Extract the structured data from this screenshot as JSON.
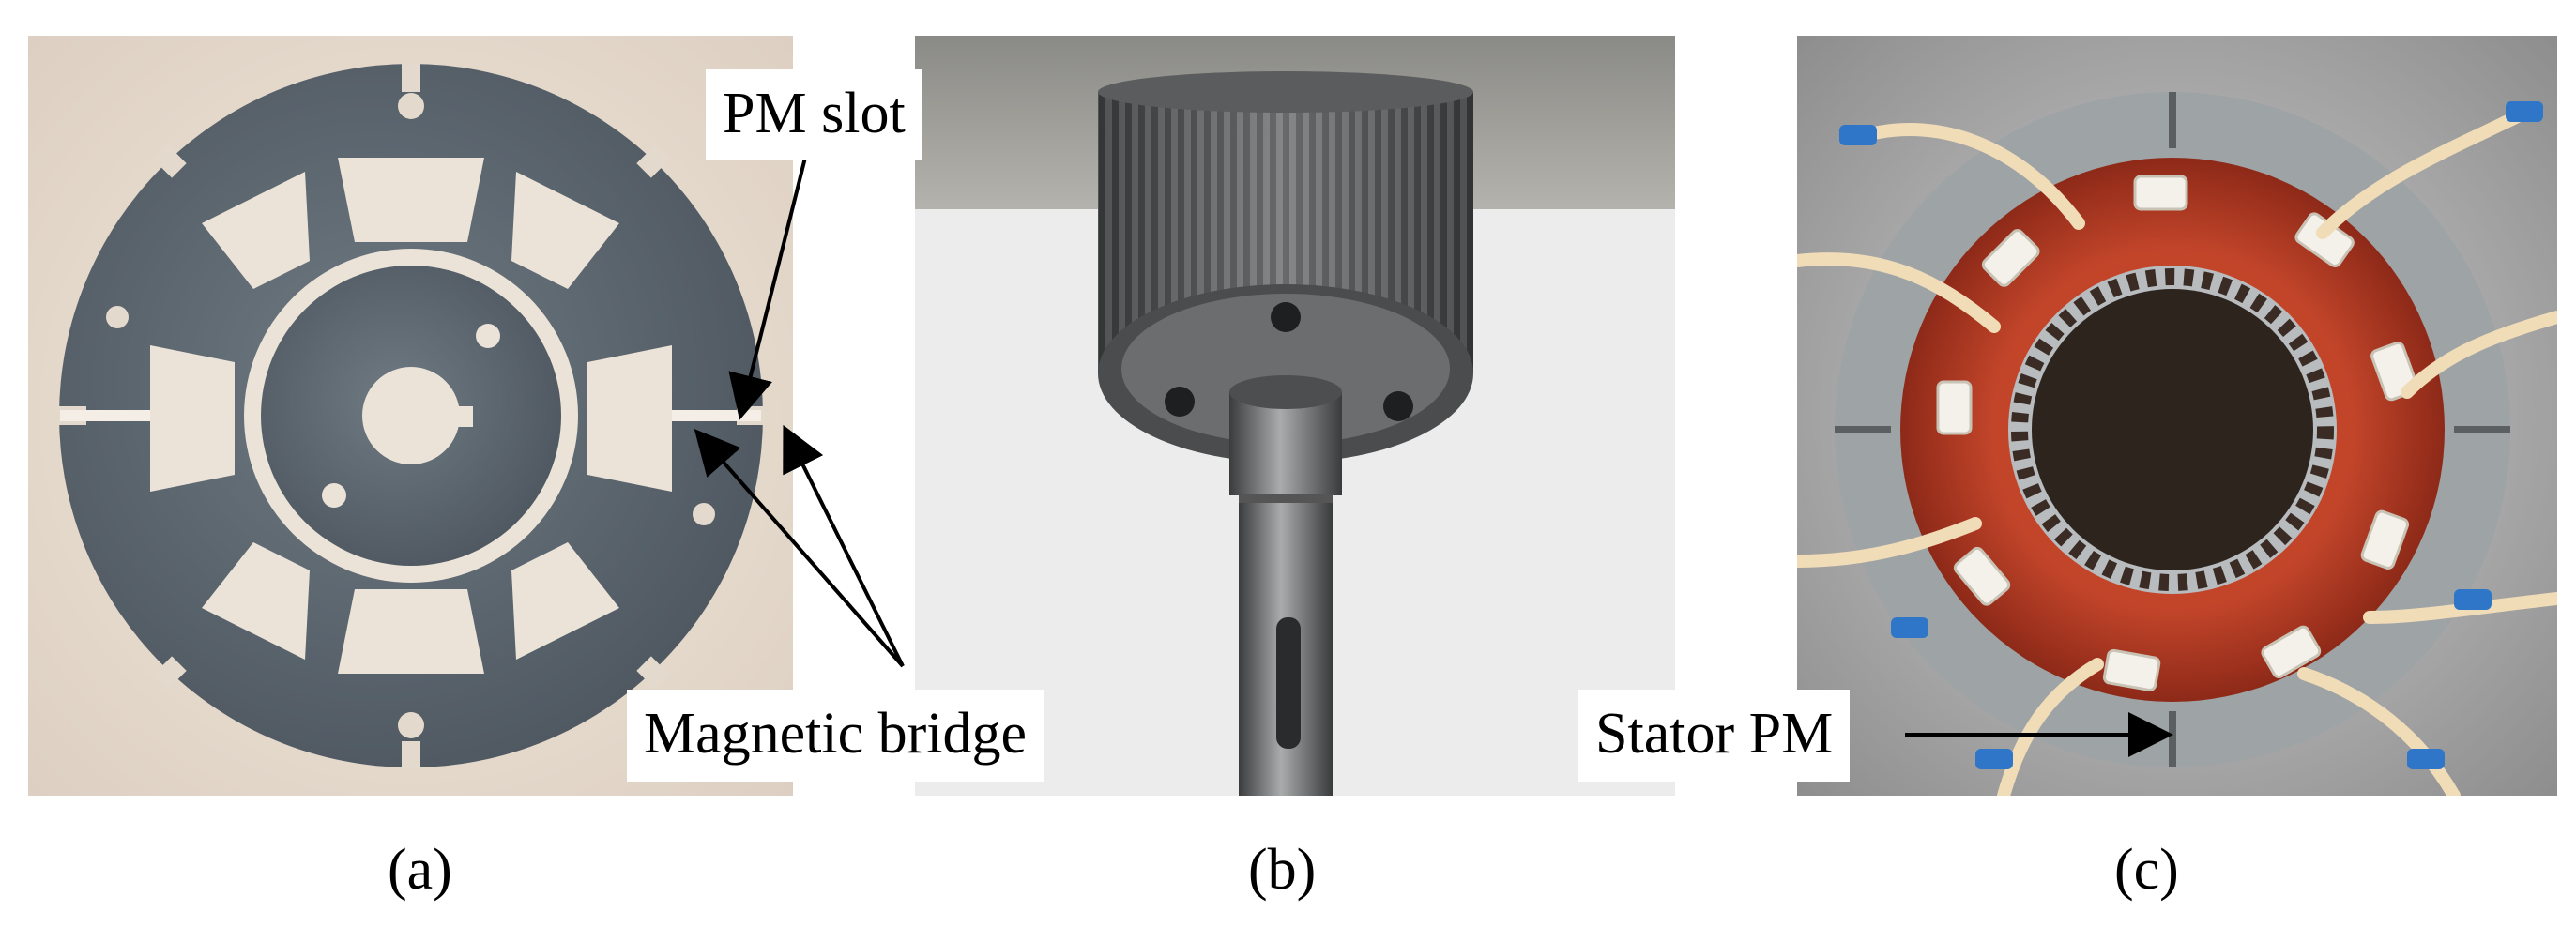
{
  "figure": {
    "panels": [
      {
        "caption": "(a)",
        "content": "rotor-lamination-photo"
      },
      {
        "caption": "(b)",
        "content": "rotor-with-shaft-photo"
      },
      {
        "caption": "(c)",
        "content": "wound-stator-photo"
      }
    ],
    "callouts": {
      "pm_slot": "PM slot",
      "magnetic_bridge": "Magnetic bridge",
      "stator_pm": "Stator PM"
    },
    "colors": {
      "lamination": "#5f6a72",
      "background_wood": "#e9dfd4",
      "foam": "#ececec",
      "copper": "#b23a22",
      "insulation": "#f3e2c4",
      "stator_core": "#9aa0a3"
    }
  }
}
